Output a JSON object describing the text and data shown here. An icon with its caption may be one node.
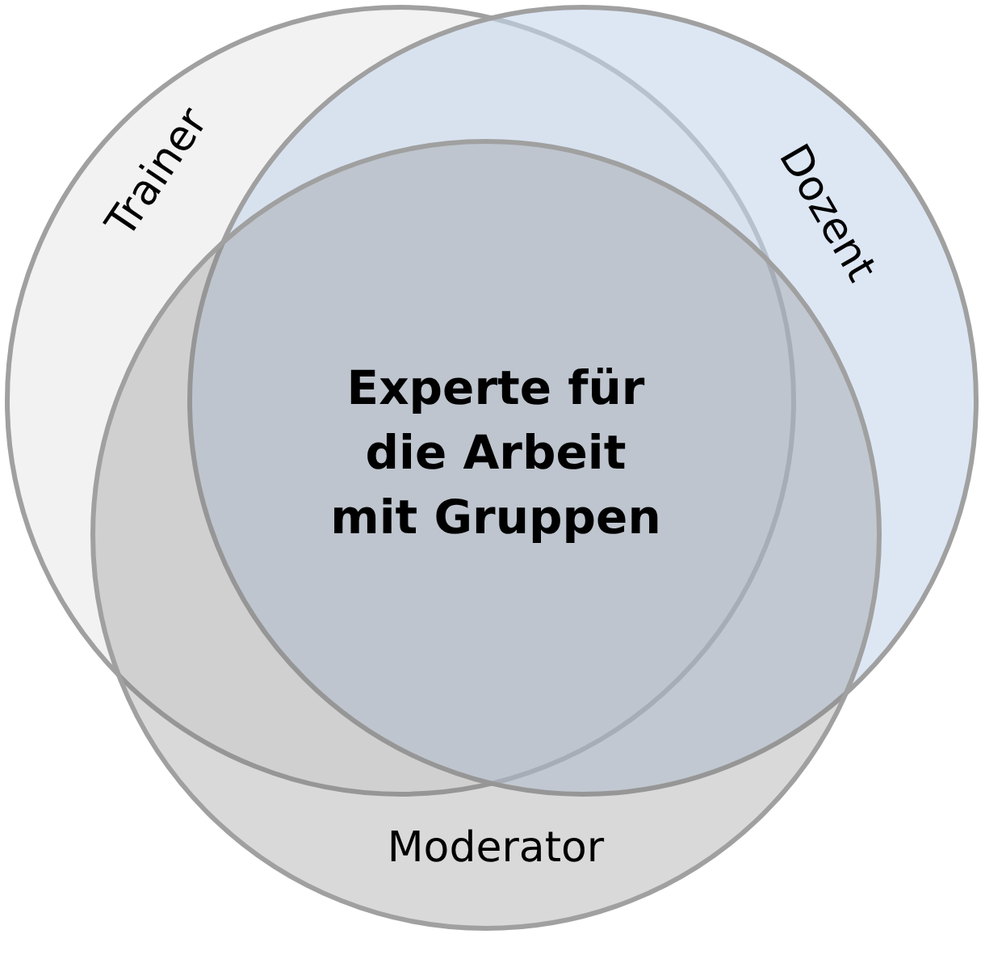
{
  "diagram": {
    "nodes": [
      {
        "text": [
          "Trainer"
        ]
      },
      {
        "text": [
          "Dozent"
        ]
      },
      {
        "text": [
          "Moderator"
        ]
      }
    ],
    "labels": [
      "Experte für die Arbeit mit Gruppen"
    ]
  }
}
